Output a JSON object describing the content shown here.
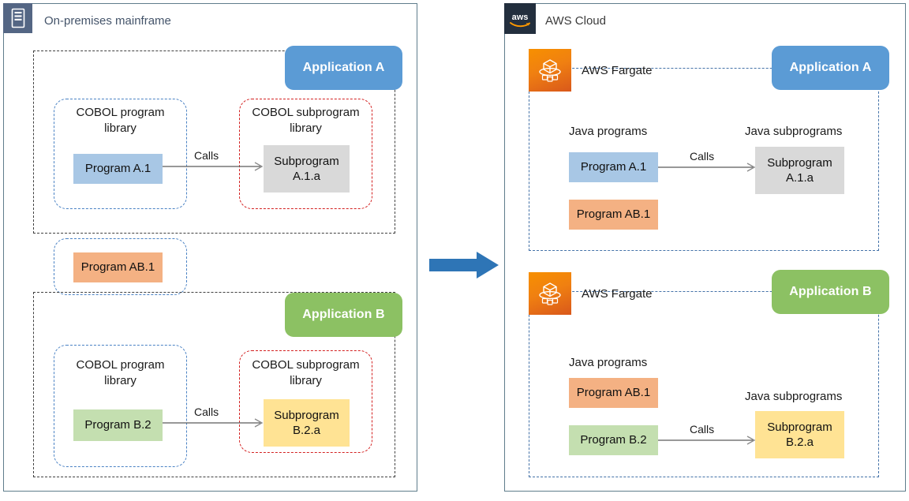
{
  "left_panel": {
    "icon": "mainframe-server-icon",
    "title": "On-premises mainframe",
    "application_a": {
      "badge": "Application A",
      "program_library": {
        "title": "COBOL program\nlibrary",
        "items": [
          {
            "label": "Program A.1",
            "color": "#a8c7e5"
          }
        ]
      },
      "subprogram_library": {
        "title": "COBOL subprogram\nlibrary",
        "items": [
          {
            "label": "Subprogram\nA.1.a",
            "color": "#d9d9d9"
          }
        ]
      },
      "call_label": "Calls"
    },
    "shared_library": {
      "items": [
        {
          "label": "Program AB.1",
          "color": "#f4b183"
        }
      ]
    },
    "application_b": {
      "badge": "Application B",
      "program_library": {
        "title": "COBOL program\nlibrary",
        "items": [
          {
            "label": "Program B.2",
            "color": "#c4dfb0"
          }
        ]
      },
      "subprogram_library": {
        "title": "COBOL subprogram\nlibrary",
        "items": [
          {
            "label": "Subprogram\nB.2.a",
            "color": "#ffe394"
          }
        ]
      },
      "call_label": "Calls"
    }
  },
  "migration_arrow": {
    "color": "#2e75b6",
    "direction": "right"
  },
  "right_panel": {
    "icon": "aws-logo-icon",
    "title": "AWS Cloud",
    "fargate_a": {
      "service_icon": "aws-fargate-icon",
      "service_label": "AWS Fargate",
      "badge": "Application A",
      "programs_caption": "Java programs",
      "subprograms_caption": "Java subprograms",
      "programs": [
        {
          "label": "Program A.1",
          "color": "#a8c7e5"
        },
        {
          "label": "Program AB.1",
          "color": "#f4b183"
        }
      ],
      "subprograms": [
        {
          "label": "Subprogram\nA.1.a",
          "color": "#d9d9d9"
        }
      ],
      "call_label": "Calls"
    },
    "fargate_b": {
      "service_icon": "aws-fargate-icon",
      "service_label": "AWS Fargate",
      "badge": "Application B",
      "programs_caption": "Java programs",
      "subprograms_caption": "Java subprograms",
      "programs": [
        {
          "label": "Program AB.1",
          "color": "#f4b183"
        },
        {
          "label": "Program B.2",
          "color": "#c4dfb0"
        }
      ],
      "subprograms": [
        {
          "label": "Subprogram\nB.2.a",
          "color": "#ffe394"
        }
      ],
      "call_label": "Calls"
    }
  },
  "colors": {
    "app_a_accent": "#5b9bd5",
    "app_b_accent": "#8cc163",
    "aws_navy": "#232f3e",
    "fargate_orange": "#ed7100",
    "onprem_slate": "#546684",
    "program_lib_dash": "#4a82c4",
    "subprogram_lib_dash": "#d32020",
    "migration_blue": "#2e75b6"
  }
}
